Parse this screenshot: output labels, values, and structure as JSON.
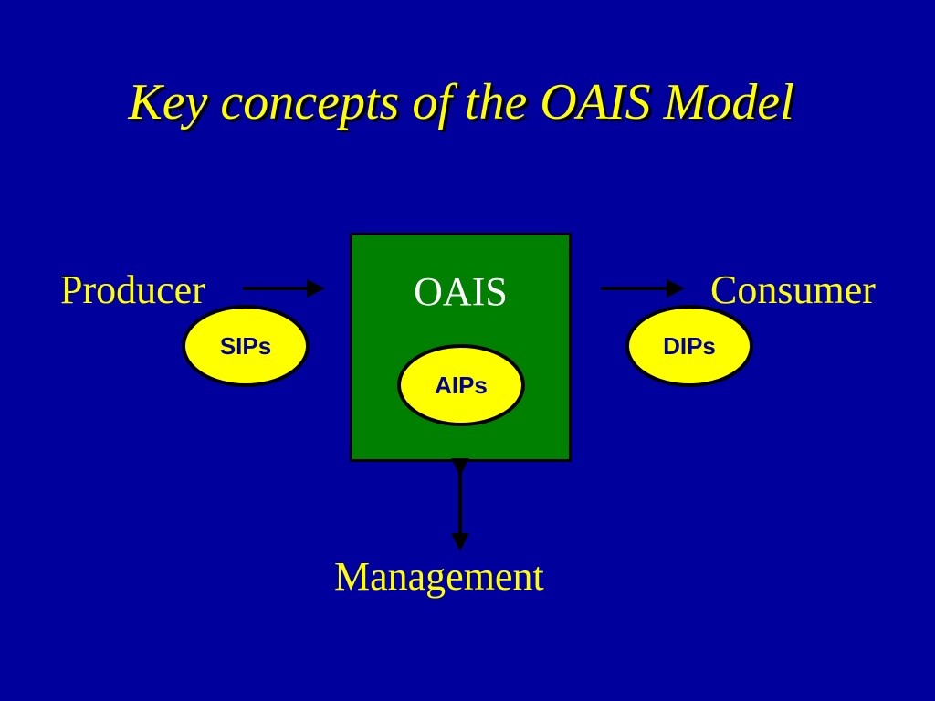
{
  "slide": {
    "title": "Key concepts of the OAIS Model",
    "producer_label": "Producer",
    "consumer_label": "Consumer",
    "management_label": "Management",
    "oais_label": "OAIS",
    "sips_label": "SIPs",
    "aips_label": "AIPs",
    "dips_label": "DIPs"
  },
  "colors": {
    "background": "#00009C",
    "title_text": "#FFFF00",
    "oais_box": "#008000",
    "ellipse_fill": "#FFFF00",
    "ellipse_text": "#000099",
    "arrow": "#000000"
  }
}
